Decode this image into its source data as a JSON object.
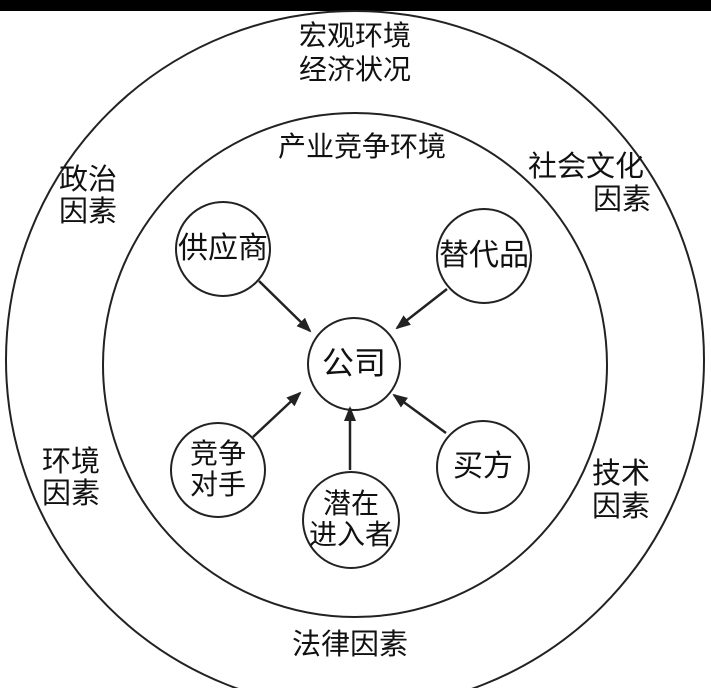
{
  "page": {
    "background_color": "#ffffff",
    "top_bar_color": "#000000"
  },
  "diagram": {
    "type": "concentric-environment-diagram",
    "colors": {
      "stroke": "#222222",
      "text": "#111111"
    },
    "macro_ring": {
      "label_line1": "宏观环境",
      "label_line2": "经济状况"
    },
    "industry_ring": {
      "label": "产业竞争环境"
    },
    "macro_factors": {
      "political": {
        "line1": "政治",
        "line2": "因素"
      },
      "sociocultural": {
        "line1": "社会文化",
        "line2": "因素"
      },
      "environmental": {
        "line1": "环境",
        "line2": "因素"
      },
      "technological": {
        "line1": "技术",
        "line2": "因素"
      },
      "legal": {
        "line1": "法律因素"
      }
    },
    "nodes": {
      "company": {
        "line1": "公司"
      },
      "suppliers": {
        "line1": "供应商"
      },
      "substitutes": {
        "line1": "替代品"
      },
      "competitors": {
        "line1": "竞争",
        "line2": "对手"
      },
      "potential_entrants": {
        "line1": "潜在",
        "line2": "进入者"
      },
      "buyers": {
        "line1": "买方"
      }
    },
    "relations": [
      "suppliers -> company",
      "substitutes -> company",
      "competitors -> company",
      "potential_entrants -> company",
      "buyers -> company"
    ]
  }
}
